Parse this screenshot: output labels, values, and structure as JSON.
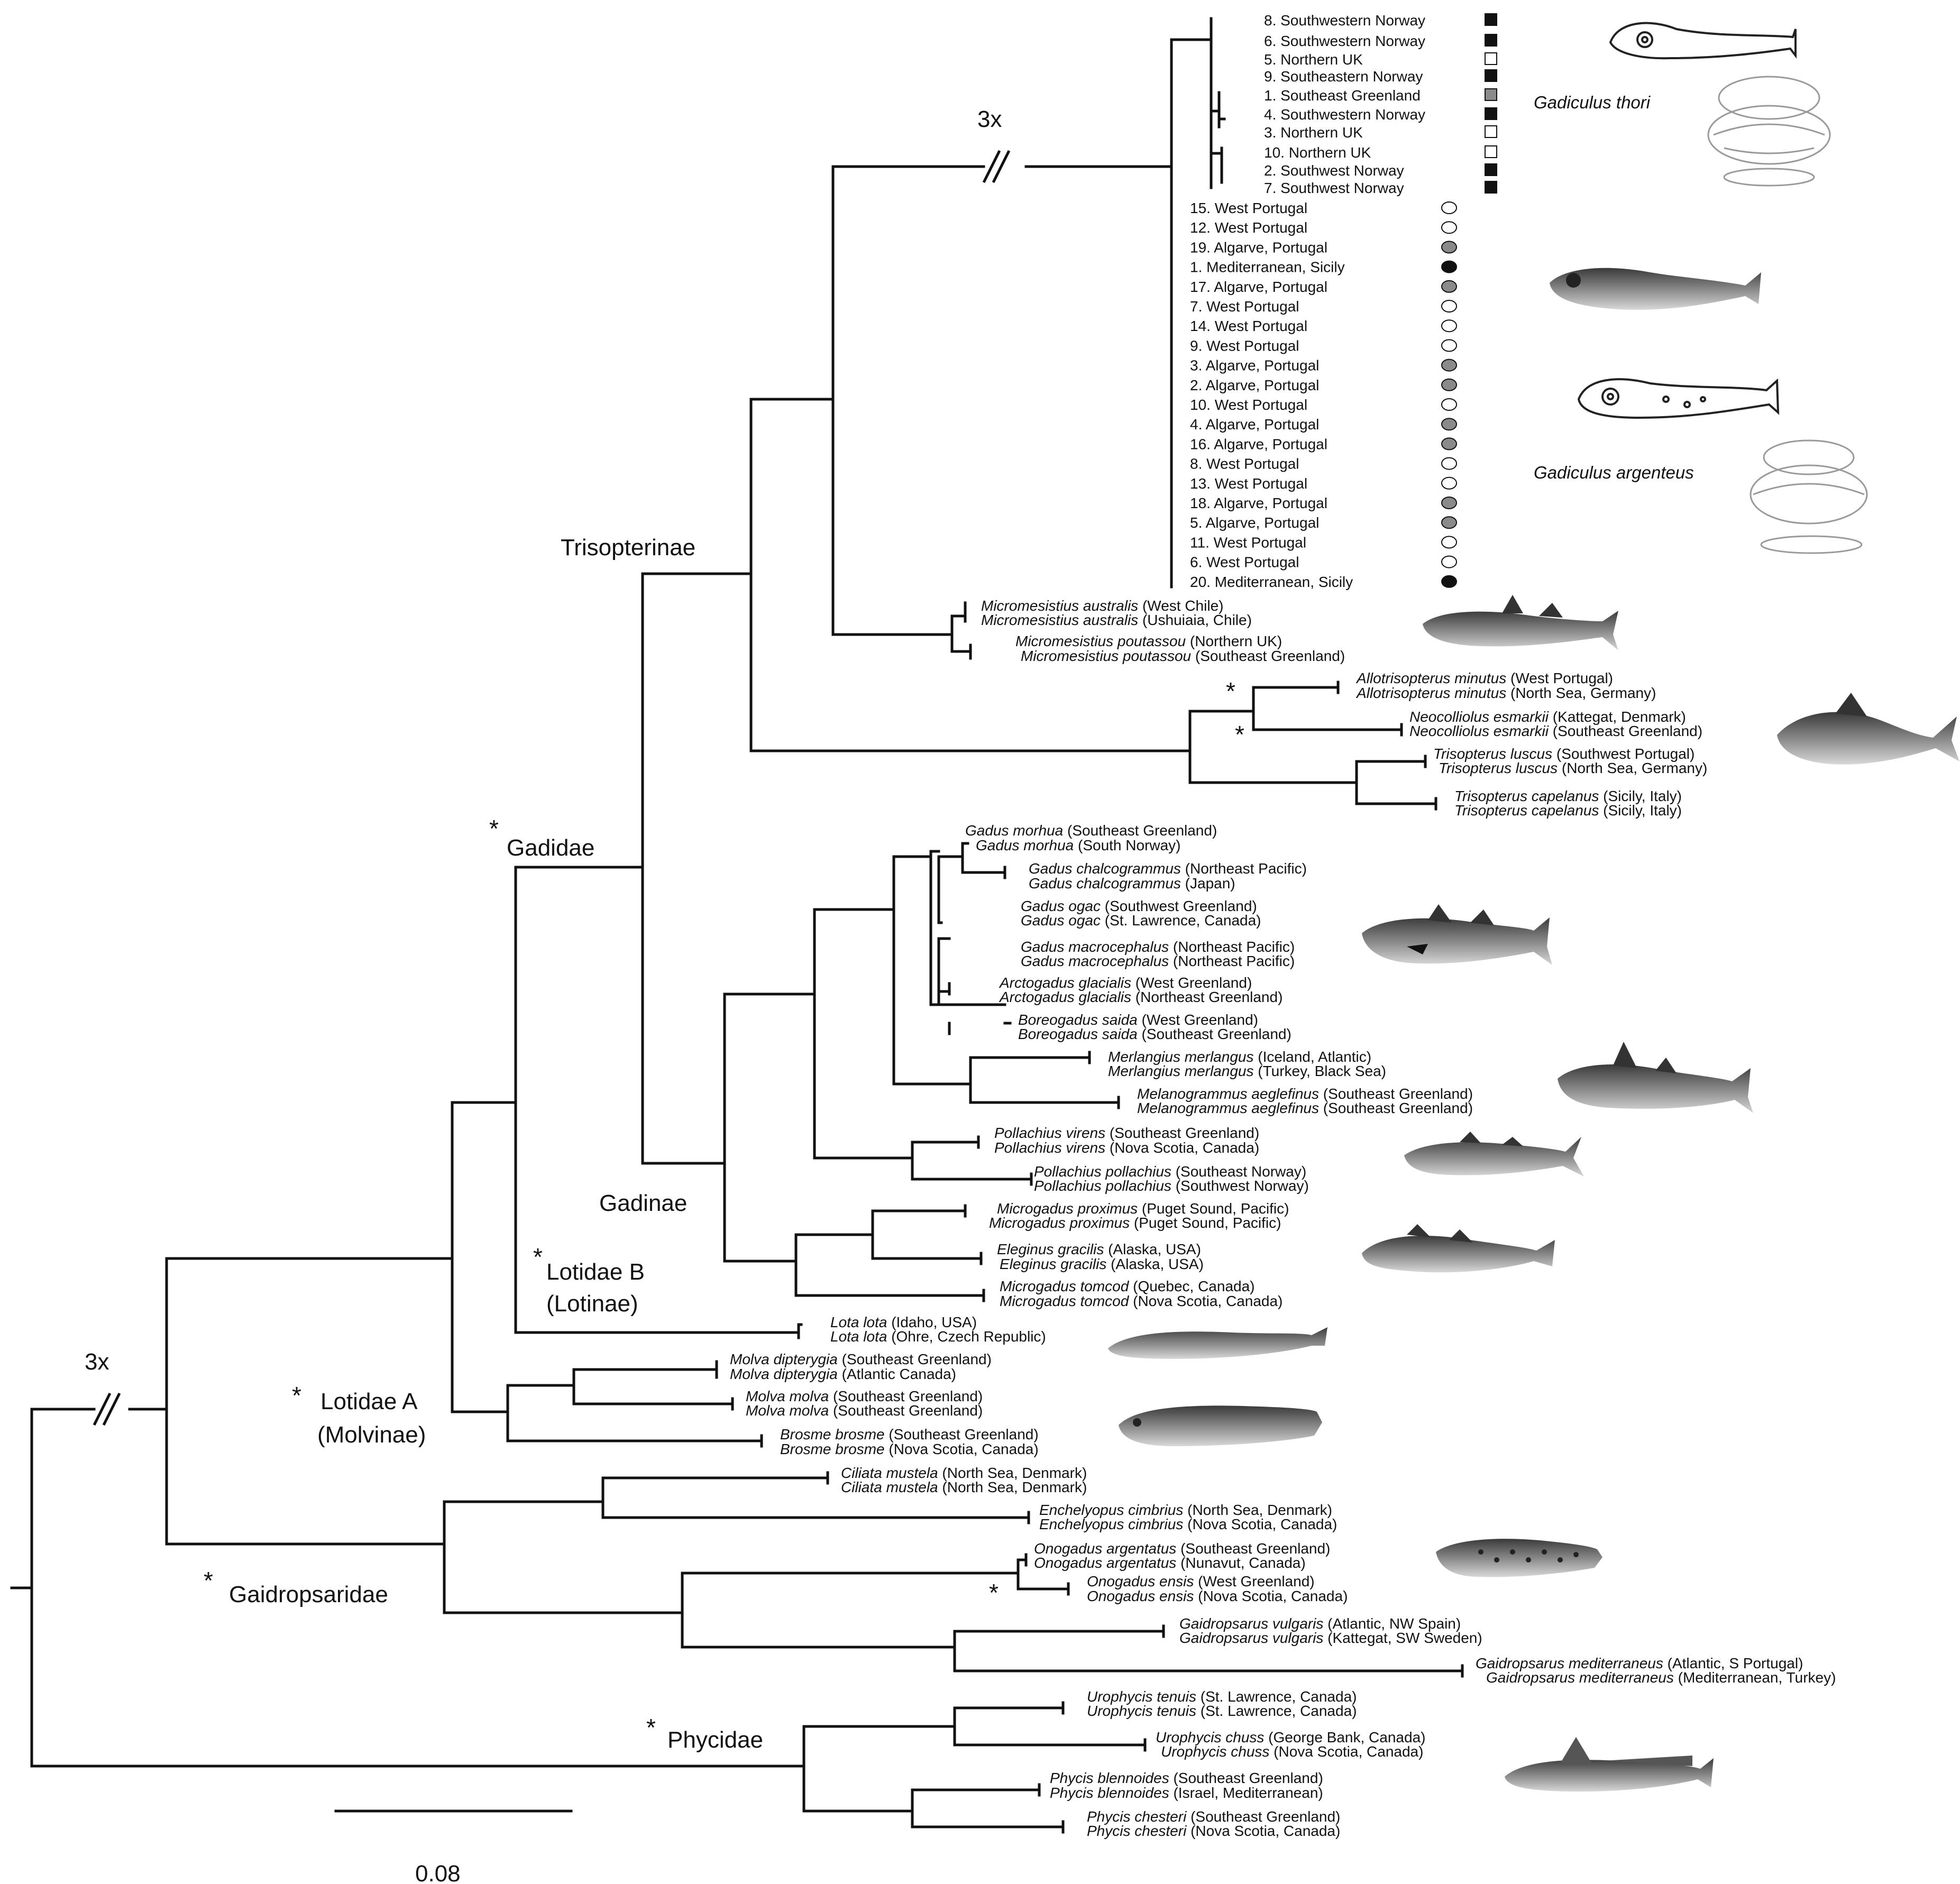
{
  "scale_bar": {
    "label": "0.08"
  },
  "break_marks": {
    "label": "3x"
  },
  "clades": {
    "trisopterinae": "Trisopterinae",
    "gadidae": "Gadidae",
    "gadinae": "Gadinae",
    "lotidae_b": "Lotidae B",
    "lotinae": "(Lotinae)",
    "lotidae_a": "Lotidae A",
    "molvinae": "(Molvinae)",
    "gaidropsaridae": "Gaidropsaridae",
    "phycidae": "Phycidae"
  },
  "support_marker": "*",
  "species_labels": {
    "thori": "Gadiculus thori",
    "argenteus": "Gadiculus argenteus"
  },
  "marker_colors": {
    "black": "#111111",
    "gray": "#8a8a8a",
    "white": "#ffffff"
  },
  "thori_leaves": [
    {
      "text": "8. Southwestern Norway",
      "marker": "square-black"
    },
    {
      "text": "6. Southwestern Norway",
      "marker": "square-black"
    },
    {
      "text": "5. Northern UK",
      "marker": "square-white"
    },
    {
      "text": "9. Southeastern Norway",
      "marker": "square-black"
    },
    {
      "text": "1. Southeast Greenland",
      "marker": "square-gray"
    },
    {
      "text": "4. Southwestern Norway",
      "marker": "square-black"
    },
    {
      "text": "3. Northern UK",
      "marker": "square-white"
    },
    {
      "text": "10. Northern UK",
      "marker": "square-white"
    },
    {
      "text": "2. Southwest Norway",
      "marker": "square-black"
    },
    {
      "text": "7. Southwest Norway",
      "marker": "square-black"
    }
  ],
  "argenteus_leaves": [
    {
      "text": "15. West Portugal",
      "marker": "circle-white"
    },
    {
      "text": "12. West Portugal",
      "marker": "circle-white"
    },
    {
      "text": "19. Algarve, Portugal",
      "marker": "circle-gray"
    },
    {
      "text": "1. Mediterranean, Sicily",
      "marker": "circle-black"
    },
    {
      "text": "17. Algarve, Portugal",
      "marker": "circle-gray"
    },
    {
      "text": "7. West Portugal",
      "marker": "circle-white"
    },
    {
      "text": "14. West Portugal",
      "marker": "circle-white"
    },
    {
      "text": "9. West Portugal",
      "marker": "circle-white"
    },
    {
      "text": "3. Algarve, Portugal",
      "marker": "circle-gray"
    },
    {
      "text": "2. Algarve, Portugal",
      "marker": "circle-gray"
    },
    {
      "text": "10. West Portugal",
      "marker": "circle-white"
    },
    {
      "text": "4. Algarve, Portugal",
      "marker": "circle-gray"
    },
    {
      "text": "16. Algarve, Portugal",
      "marker": "circle-gray"
    },
    {
      "text": "8. West Portugal",
      "marker": "circle-white"
    },
    {
      "text": "13. West Portugal",
      "marker": "circle-white"
    },
    {
      "text": "18. Algarve, Portugal",
      "marker": "circle-gray"
    },
    {
      "text": "5. Algarve, Portugal",
      "marker": "circle-gray"
    },
    {
      "text": "11. West Portugal",
      "marker": "circle-white"
    },
    {
      "text": "6. West Portugal",
      "marker": "circle-white"
    },
    {
      "text": "20. Mediterranean, Sicily",
      "marker": "circle-black"
    }
  ],
  "taxa": [
    {
      "species": "Micromesistius australis",
      "locality": "(West Chile)"
    },
    {
      "species": "Micromesistius australis",
      "locality": "(Ushuiaia, Chile)"
    },
    {
      "species": "Micromesistius poutassou",
      "locality": "(Northern UK)"
    },
    {
      "species": "Micromesistius poutassou",
      "locality": "(Southeast Greenland)"
    },
    {
      "species": "Allotrisopterus minutus",
      "locality": "(West Portugal)"
    },
    {
      "species": "Allotrisopterus minutus",
      "locality": "(North Sea, Germany)"
    },
    {
      "species": "Neocolliolus esmarkii",
      "locality": "(Kattegat, Denmark)"
    },
    {
      "species": "Neocolliolus esmarkii",
      "locality": "(Southeast Greenland)"
    },
    {
      "species": "Trisopterus luscus",
      "locality": "(Southwest Portugal)"
    },
    {
      "species": "Trisopterus luscus",
      "locality": "(North Sea, Germany)"
    },
    {
      "species": "Trisopterus capelanus",
      "locality": "(Sicily, Italy)"
    },
    {
      "species": "Trisopterus capelanus",
      "locality": "(Sicily, Italy)"
    },
    {
      "species": "Gadus morhua",
      "locality": "(Southeast Greenland)"
    },
    {
      "species": "Gadus morhua",
      "locality": "(South Norway)"
    },
    {
      "species": "Gadus chalcogrammus",
      "locality": "(Northeast Pacific)"
    },
    {
      "species": "Gadus chalcogrammus",
      "locality": "(Japan)"
    },
    {
      "species": "Gadus ogac",
      "locality": "(Southwest Greenland)"
    },
    {
      "species": "Gadus ogac",
      "locality": "(St. Lawrence, Canada)"
    },
    {
      "species": "Gadus macrocephalus",
      "locality": "(Northeast Pacific)"
    },
    {
      "species": "Gadus macrocephalus",
      "locality": "(Northeast Pacific)"
    },
    {
      "species": "Arctogadus glacialis",
      "locality": "(West Greenland)"
    },
    {
      "species": "Arctogadus glacialis",
      "locality": "(Northeast Greenland)"
    },
    {
      "species": "Boreogadus saida",
      "locality": "(West Greenland)"
    },
    {
      "species": "Boreogadus saida",
      "locality": "(Southeast Greenland)"
    },
    {
      "species": "Merlangius merlangus",
      "locality": "(Iceland, Atlantic)"
    },
    {
      "species": "Merlangius merlangus",
      "locality": "(Turkey, Black Sea)"
    },
    {
      "species": "Melanogrammus aeglefinus",
      "locality": "(Southeast Greenland)"
    },
    {
      "species": "Melanogrammus aeglefinus",
      "locality": "(Southeast Greenland)"
    },
    {
      "species": "Pollachius virens",
      "locality": "(Southeast Greenland)"
    },
    {
      "species": "Pollachius virens",
      "locality": "(Nova Scotia, Canada)"
    },
    {
      "species": "Pollachius pollachius",
      "locality": "(Southeast Norway)"
    },
    {
      "species": "Pollachius pollachius",
      "locality": "(Southwest Norway)"
    },
    {
      "species": "Microgadus proximus",
      "locality": "(Puget Sound, Pacific)"
    },
    {
      "species": "Microgadus proximus",
      "locality": "(Puget Sound, Pacific)"
    },
    {
      "species": "Eleginus gracilis",
      "locality": "(Alaska, USA)"
    },
    {
      "species": "Eleginus gracilis",
      "locality": "(Alaska, USA)"
    },
    {
      "species": "Microgadus tomcod",
      "locality": "(Quebec, Canada)"
    },
    {
      "species": "Microgadus tomcod",
      "locality": "(Nova Scotia, Canada)"
    },
    {
      "species": "Lota lota",
      "locality": "(Idaho, USA)"
    },
    {
      "species": "Lota lota",
      "locality": "(Ohre, Czech Republic)"
    },
    {
      "species": "Molva dipterygia",
      "locality": "(Southeast Greenland)"
    },
    {
      "species": "Molva dipterygia",
      "locality": "(Atlantic Canada)"
    },
    {
      "species": "Molva molva",
      "locality": "(Southeast Greenland)"
    },
    {
      "species": "Molva molva",
      "locality": "(Southeast Greenland)"
    },
    {
      "species": "Brosme brosme",
      "locality": "(Southeast Greenland)"
    },
    {
      "species": "Brosme brosme",
      "locality": "(Nova Scotia, Canada)"
    },
    {
      "species": "Ciliata mustela",
      "locality": "(North Sea, Denmark)"
    },
    {
      "species": "Ciliata mustela",
      "locality": "(North Sea, Denmark)"
    },
    {
      "species": "Enchelyopus cimbrius",
      "locality": "(North Sea, Denmark)"
    },
    {
      "species": "Enchelyopus cimbrius",
      "locality": "(Nova Scotia, Canada)"
    },
    {
      "species": "Onogadus argentatus",
      "locality": "(Southeast Greenland)"
    },
    {
      "species": "Onogadus argentatus",
      "locality": "(Nunavut, Canada)"
    },
    {
      "species": "Onogadus ensis",
      "locality": "(West Greenland)"
    },
    {
      "species": "Onogadus ensis",
      "locality": "(Nova Scotia, Canada)"
    },
    {
      "species": "Gaidropsarus vulgaris",
      "locality": "(Atlantic, NW Spain)"
    },
    {
      "species": "Gaidropsarus vulgaris",
      "locality": "(Kattegat, SW Sweden)"
    },
    {
      "species": "Gaidropsarus mediterraneus",
      "locality": "(Atlantic, S Portugal)"
    },
    {
      "species": "Gaidropsarus mediterraneus",
      "locality": "(Mediterranean, Turkey)"
    },
    {
      "species": "Urophycis tenuis",
      "locality": "(St. Lawrence, Canada)"
    },
    {
      "species": "Urophycis tenuis",
      "locality": "(St. Lawrence, Canada)"
    },
    {
      "species": "Urophycis chuss",
      "locality": "(George Bank, Canada)"
    },
    {
      "species": "Urophycis chuss",
      "locality": "(Nova Scotia, Canada)"
    },
    {
      "species": "Phycis blennoides",
      "locality": "(Southeast Greenland)"
    },
    {
      "species": "Phycis blennoides",
      "locality": "(Israel, Mediterranean)"
    },
    {
      "species": "Phycis chesteri",
      "locality": "(Southeast Greenland)"
    },
    {
      "species": "Phycis chesteri",
      "locality": "(Nova Scotia, Canada)"
    }
  ],
  "fish_illustrations": [
    "gadiculus-thori-fish-icon",
    "gadiculus-thori-otolith-icon",
    "gadiculus-argenteus-photo-icon",
    "gadiculus-argenteus-fish-icon",
    "gadiculus-argenteus-otolith-icon",
    "micromesistius-fish-icon",
    "trisopterus-fish-icon",
    "gadus-fish-icon",
    "merlangius-fish-icon",
    "pollachius-fish-icon",
    "eleginus-fish-icon",
    "lota-fish-icon",
    "molva-fish-icon",
    "onogadus-fish-icon",
    "phycis-fish-icon"
  ]
}
